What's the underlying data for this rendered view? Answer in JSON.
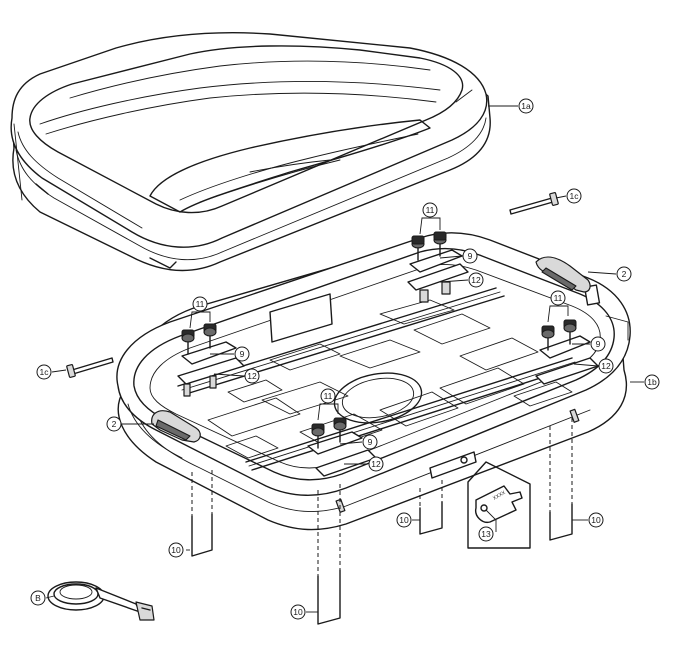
{
  "callouts": {
    "lid": "1a",
    "base": "1b",
    "bolt_right": "1c",
    "bolt_left": "1c",
    "handle_right": "2",
    "handle_left": "2",
    "plate_back": "9",
    "plate_left": "9",
    "plate_right": "9",
    "plate_front": "9",
    "bar_back": "12",
    "bar_left": "12",
    "bar_right": "12",
    "bar_front": "12",
    "u_bolt_left": "10",
    "u_bolt_center": "10",
    "u_bolt_right": "10",
    "u_bolt_bottom": "10",
    "key": "13",
    "strap": "B"
  },
  "knob_labels": {
    "back": "11",
    "left": "11",
    "right": "11",
    "front": "11"
  },
  "key_inset": {
    "engraving": "XXXX"
  }
}
